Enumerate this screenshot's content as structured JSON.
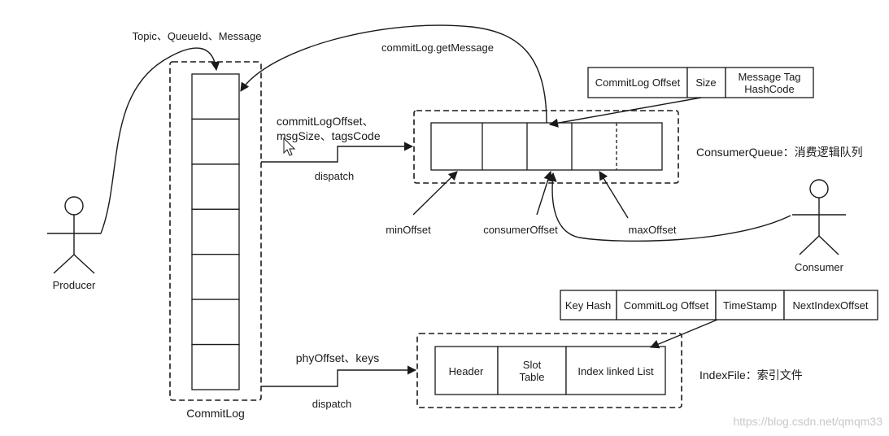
{
  "producer": {
    "label": "Producer"
  },
  "consumer": {
    "label": "Consumer"
  },
  "commitlog": {
    "label": "CommitLog",
    "cell_count": 7
  },
  "arrows": {
    "producer_write": "Topic、QueueId、Message",
    "get_message": "commitLog.getMessage",
    "cq_dispatch_top_1": "commitLogOffset、",
    "cq_dispatch_top_2": "msgSize、tagsCode",
    "cq_dispatch_bottom": "dispatch",
    "idx_dispatch_top": "phyOffset、keys",
    "idx_dispatch_bottom": "dispatch"
  },
  "consumequeue": {
    "label": "ConsumerQueue：消费逻辑队列",
    "cell_count": 5,
    "entry_fields": [
      "CommitLog Offset",
      "Size",
      "Message Tag HashCode"
    ],
    "min_offset": "minOffset",
    "consumer_offset": "consumerOffset",
    "max_offset": "maxOffset"
  },
  "indexfile": {
    "label": "IndexFile：索引文件",
    "sections": [
      "Header",
      "Slot Table",
      "Index linked List"
    ],
    "entry_fields": [
      "Key Hash",
      "CommitLog Offset",
      "TimeStamp",
      "NextIndexOffset"
    ]
  },
  "watermark": "https://blog.csdn.net/qmqm33"
}
